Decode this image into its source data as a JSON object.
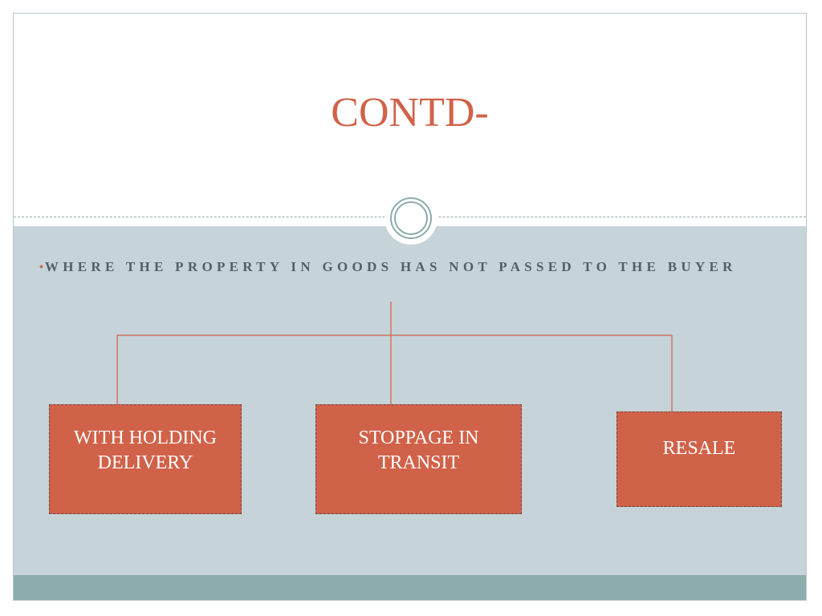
{
  "slide": {
    "title": "CONTD-",
    "bullet_text": "WHERE THE PROPERTY IN GOODS HAS NOT PASSED TO THE BUYER"
  },
  "diagram": {
    "nodes": [
      {
        "id": "with-holding-delivery",
        "label": "WITH HOLDING DELIVERY"
      },
      {
        "id": "stoppage-in-transit",
        "label": "STOPPAGE IN TRANSIT"
      },
      {
        "id": "resale",
        "label": "RESALE"
      }
    ],
    "edges": [
      {
        "from": "root",
        "to": "with-holding-delivery"
      },
      {
        "from": "root",
        "to": "stoppage-in-transit"
      },
      {
        "from": "root",
        "to": "resale"
      }
    ]
  },
  "colors": {
    "accent": "#d06249",
    "body_background": "#c6d3d8",
    "footer": "#8dacad",
    "subtitle_text": "#545e6a"
  }
}
